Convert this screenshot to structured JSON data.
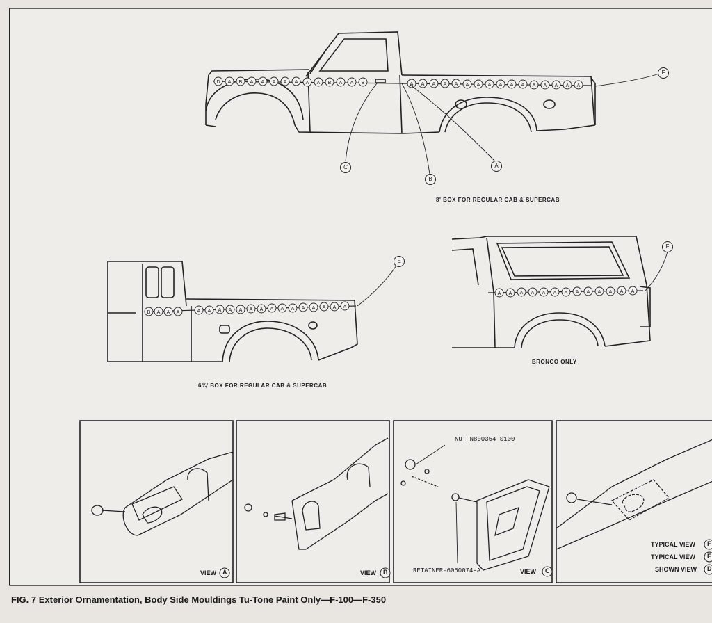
{
  "figure": {
    "caption": "FIG. 7 Exterior Ornamentation, Body Side Mouldings Tu-Tone Paint Only—F-100—F-350"
  },
  "diagrams": {
    "long_box": {
      "label": "8' BOX FOR REGULAR CAB & SUPERCAB"
    },
    "short_box": {
      "label": "6¾' BOX FOR REGULAR CAB & SUPERCAB"
    },
    "bronco": {
      "label": "BRONCO ONLY"
    }
  },
  "callouts": {
    "a": "A",
    "b": "B",
    "c": "C",
    "d": "D",
    "e": "E",
    "f": "F"
  },
  "detail_views": {
    "view_a": {
      "label": "VIEW",
      "letter": "A"
    },
    "view_b": {
      "label": "VIEW",
      "letter": "B"
    },
    "view_c": {
      "label": "VIEW",
      "letter": "C"
    },
    "nut_label": "NUT  N800354 S100",
    "retainer_label": "RETAINER–6050074-A",
    "typical_f": {
      "label": "TYPICAL VIEW",
      "letter": "F"
    },
    "typical_e": {
      "label": "TYPICAL VIEW",
      "letter": "E"
    },
    "shown_d": {
      "label": "SHOWN VIEW",
      "letter": "D"
    }
  }
}
